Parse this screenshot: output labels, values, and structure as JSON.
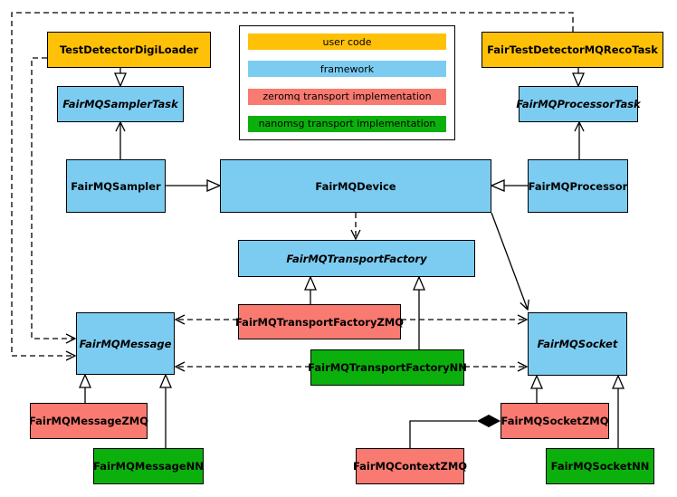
{
  "colors": {
    "user_code": "#FFC107",
    "framework": "#7CCCF1",
    "zeromq": "#F97A70",
    "nanomsg": "#0CB00C"
  },
  "legend": {
    "items": [
      {
        "label": "user code",
        "color": "#FFC107"
      },
      {
        "label": "framework",
        "color": "#7CCCF1"
      },
      {
        "label": "zeromq transport implementation",
        "color": "#F97A70"
      },
      {
        "label": "nanomsg transport implementation",
        "color": "#0CB00C"
      }
    ]
  },
  "nodes": {
    "testDetectorDigiLoader": {
      "label": "TestDetectorDigiLoader",
      "category": "user code"
    },
    "fairTestDetectorMQRecoTask": {
      "label": "FairTestDetectorMQRecoTask",
      "category": "user code"
    },
    "fairMQSamplerTask": {
      "label": "FairMQSamplerTask",
      "category": "framework",
      "abstract": true
    },
    "fairMQProcessorTask": {
      "label": "FairMQProcessorTask",
      "category": "framework",
      "abstract": true
    },
    "fairMQSampler": {
      "label": "FairMQSampler",
      "category": "framework"
    },
    "fairMQDevice": {
      "label": "FairMQDevice",
      "category": "framework"
    },
    "fairMQProcessor": {
      "label": "FairMQProcessor",
      "category": "framework"
    },
    "fairMQTransportFactory": {
      "label": "FairMQTransportFactory",
      "category": "framework",
      "abstract": true
    },
    "fairMQTransportFactoryZMQ": {
      "label": "FairMQTransportFactoryZMQ",
      "category": "zeromq"
    },
    "fairMQTransportFactoryNN": {
      "label": "FairMQTransportFactoryNN",
      "category": "nanomsg"
    },
    "fairMQMessage": {
      "label": "FairMQMessage",
      "category": "framework",
      "abstract": true
    },
    "fairMQSocket": {
      "label": "FairMQSocket",
      "category": "framework",
      "abstract": true
    },
    "fairMQMessageZMQ": {
      "label": "FairMQMessageZMQ",
      "category": "zeromq"
    },
    "fairMQMessageNN": {
      "label": "FairMQMessageNN",
      "category": "nanomsg"
    },
    "fairMQContextZMQ": {
      "label": "FairMQContextZMQ",
      "category": "zeromq"
    },
    "fairMQSocketZMQ": {
      "label": "FairMQSocketZMQ",
      "category": "zeromq"
    },
    "fairMQSocketNN": {
      "label": "FairMQSocketNN",
      "category": "nanomsg"
    }
  },
  "edges": [
    {
      "from": "TestDetectorDigiLoader",
      "to": "FairMQSamplerTask",
      "type": "triangle-arrow",
      "line": "solid"
    },
    {
      "from": "FairTestDetectorMQRecoTask",
      "to": "FairMQProcessorTask",
      "type": "triangle-arrow",
      "line": "solid"
    },
    {
      "from": "FairMQSampler",
      "to": "FairMQSamplerTask",
      "type": "open-arrow",
      "line": "solid"
    },
    {
      "from": "FairMQProcessor",
      "to": "FairMQProcessorTask",
      "type": "open-arrow",
      "line": "solid"
    },
    {
      "from": "FairMQSampler",
      "to": "FairMQDevice",
      "type": "triangle-arrow",
      "line": "solid"
    },
    {
      "from": "FairMQProcessor",
      "to": "FairMQDevice",
      "type": "triangle-arrow",
      "line": "solid"
    },
    {
      "from": "FairMQDevice",
      "to": "FairMQTransportFactory",
      "type": "open-arrow",
      "line": "dashed"
    },
    {
      "from": "FairMQDevice",
      "to": "FairMQSocket",
      "type": "open-arrow",
      "line": "solid"
    },
    {
      "from": "FairMQTransportFactoryZMQ",
      "to": "FairMQTransportFactory",
      "type": "triangle-arrow",
      "line": "solid"
    },
    {
      "from": "FairMQTransportFactoryNN",
      "to": "FairMQTransportFactory",
      "type": "triangle-arrow",
      "line": "solid"
    },
    {
      "from": "FairMQTransportFactoryZMQ",
      "to": "FairMQMessage",
      "type": "open-arrow",
      "line": "dashed"
    },
    {
      "from": "FairMQTransportFactoryZMQ",
      "to": "FairMQSocket",
      "type": "open-arrow",
      "line": "dashed"
    },
    {
      "from": "FairMQTransportFactoryNN",
      "to": "FairMQMessage",
      "type": "open-arrow",
      "line": "dashed"
    },
    {
      "from": "FairMQTransportFactoryNN",
      "to": "FairMQSocket",
      "type": "open-arrow",
      "line": "dashed"
    },
    {
      "from": "TestDetectorDigiLoader",
      "to": "FairMQMessage",
      "type": "open-arrow",
      "line": "dashed"
    },
    {
      "from": "FairTestDetectorMQRecoTask",
      "to": "FairMQMessage",
      "type": "open-arrow",
      "line": "dashed"
    },
    {
      "from": "FairMQMessageZMQ",
      "to": "FairMQMessage",
      "type": "triangle-arrow",
      "line": "solid"
    },
    {
      "from": "FairMQMessageNN",
      "to": "FairMQMessage",
      "type": "triangle-arrow",
      "line": "solid"
    },
    {
      "from": "FairMQSocketZMQ",
      "to": "FairMQSocket",
      "type": "triangle-arrow",
      "line": "solid"
    },
    {
      "from": "FairMQSocketNN",
      "to": "FairMQSocket",
      "type": "triangle-arrow",
      "line": "solid"
    },
    {
      "from": "FairMQContextZMQ",
      "to": "FairMQSocketZMQ",
      "type": "filled-diamond",
      "line": "solid"
    }
  ]
}
